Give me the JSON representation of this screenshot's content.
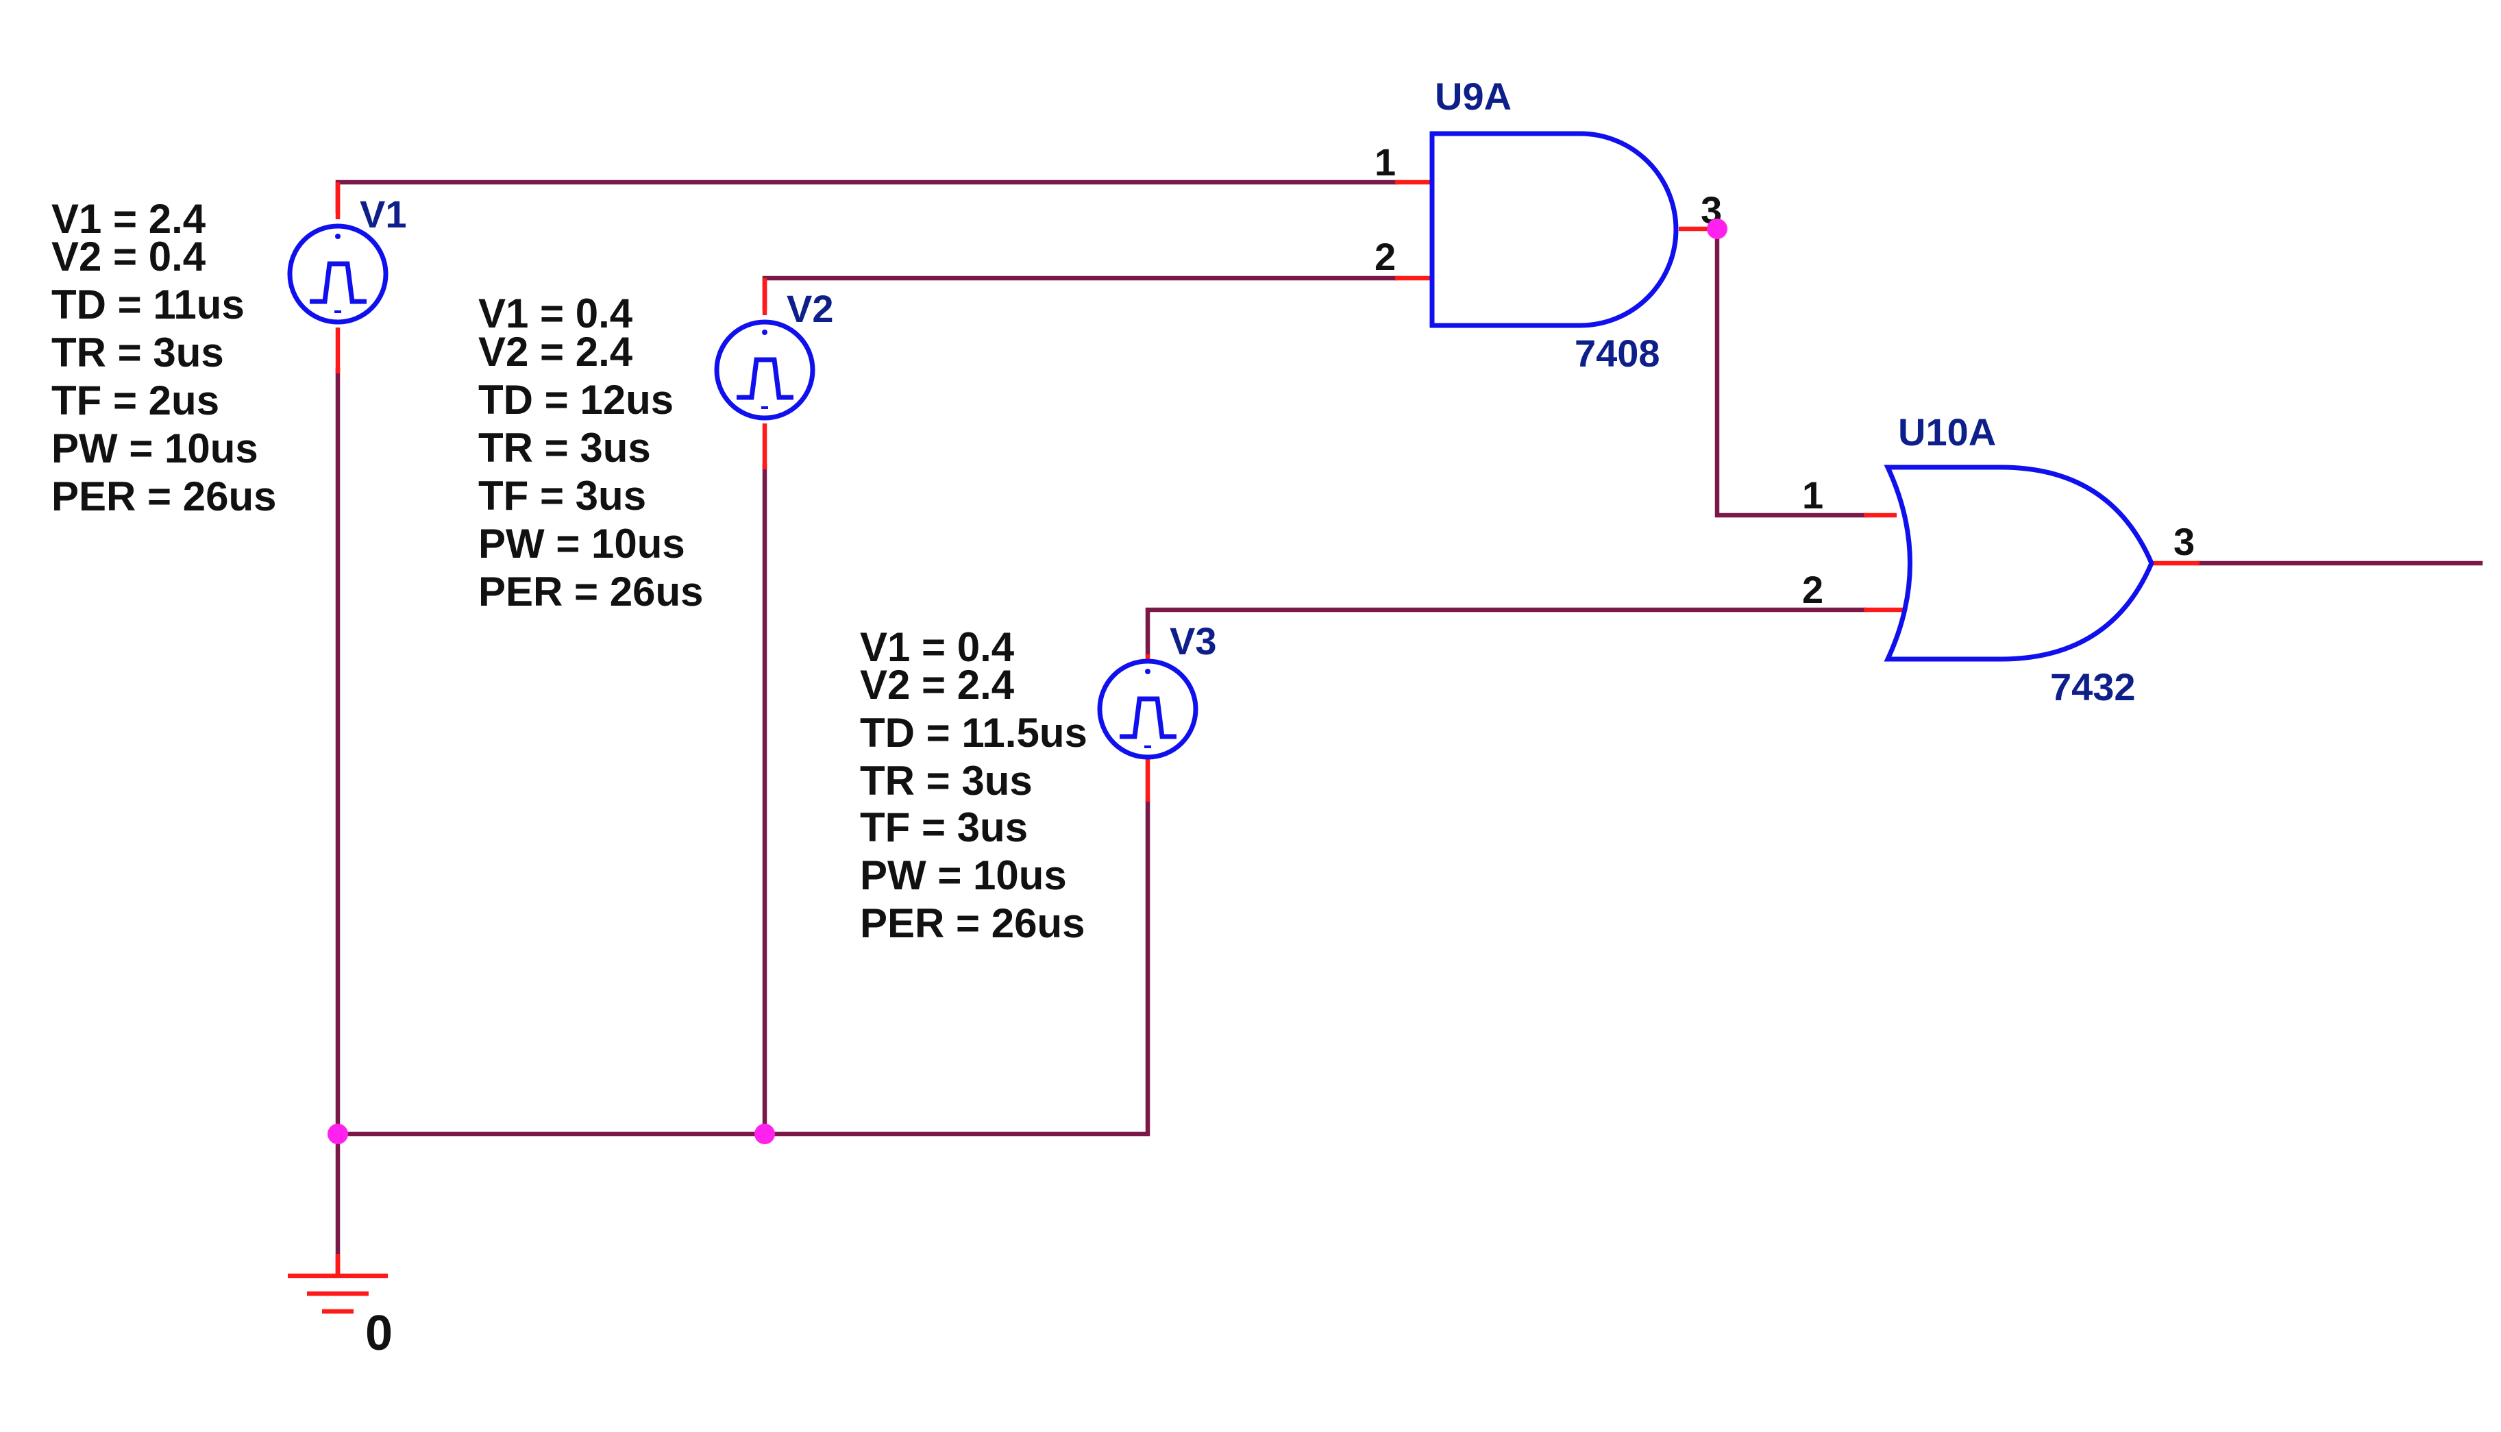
{
  "schematic": {
    "gates": {
      "u9a": {
        "ref": "U9A",
        "part": "7408",
        "pin1": "1",
        "pin2": "2",
        "pin3": "3"
      },
      "u10a": {
        "ref": "U10A",
        "part": "7432",
        "pin1": "1",
        "pin2": "2",
        "pin3": "3"
      }
    },
    "sources": {
      "v1": {
        "ref": "V1",
        "params": [
          "V1 = 2.4",
          "V2 = 0.4",
          "TD = 11us",
          "TR = 3us",
          "TF = 2us",
          "PW = 10us",
          "PER = 26us"
        ]
      },
      "v2": {
        "ref": "V2",
        "params": [
          "V1 = 0.4",
          "V2 = 2.4",
          "TD = 12us",
          "TR = 3us",
          "TF = 3us",
          "PW = 10us",
          "PER = 26us"
        ]
      },
      "v3": {
        "ref": "V3",
        "params": [
          "V1 = 0.4",
          "V2 = 2.4",
          "TD = 11.5us",
          "TR = 3us",
          "TF = 3us",
          "PW = 10us",
          "PER = 26us"
        ]
      }
    },
    "ground": {
      "label": "0"
    }
  },
  "colors": {
    "wire": "#7a1848",
    "pin_stub": "#ff1a1a",
    "component": "#1010ee",
    "junction": "#ff22ee",
    "reference_text": "#0f1f8a",
    "text": "#111111"
  }
}
